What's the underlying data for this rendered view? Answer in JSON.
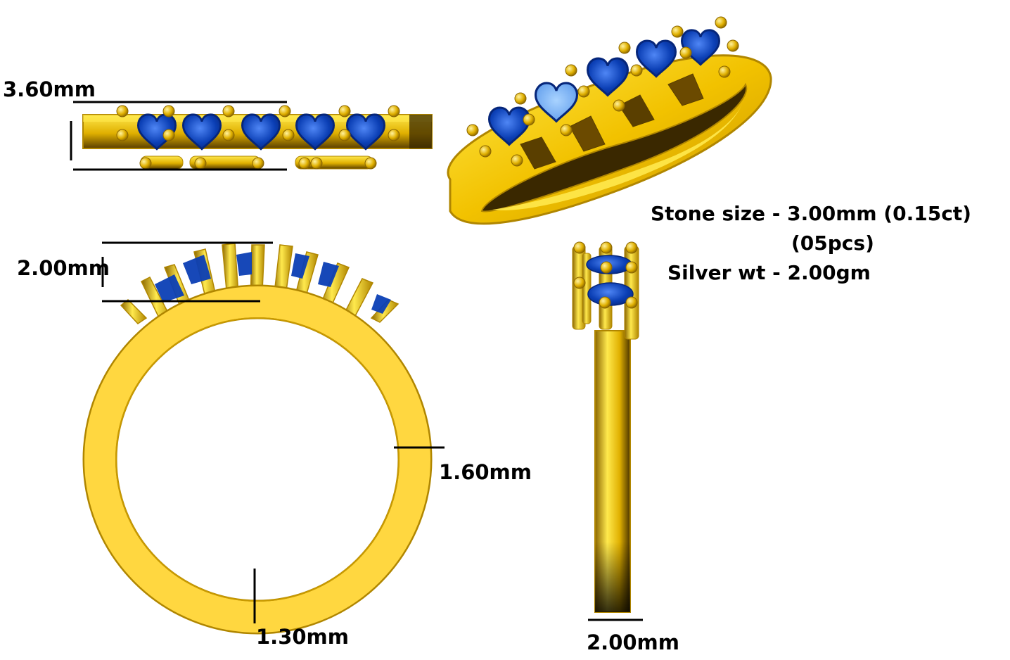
{
  "colors": {
    "gold": "#FFD700",
    "gold_light": "#FFE94D",
    "gold_dark": "#B08600",
    "gold_deep": "#5A3F00",
    "stone": "#0B3FB5",
    "stone_light": "#4F86F5",
    "stone_pale": "#A9D3FF",
    "line": "#000000"
  },
  "icons": {
    "top_view": "ring-top-view-icon",
    "perspective": "ring-perspective-icon",
    "front": "ring-front-view-icon",
    "side": "ring-side-view-icon"
  },
  "dimensions": {
    "top_height": "3.60mm",
    "front_prong_height": "2.00mm",
    "band_thickness": "1.60mm",
    "bottom_thickness": "1.30mm",
    "side_width": "2.00mm"
  },
  "specs": {
    "stone_size": "Stone size - 3.00mm (0.15ct)",
    "stone_count": "(05pcs)",
    "silver_weight": "Silver wt - 2.00gm"
  }
}
